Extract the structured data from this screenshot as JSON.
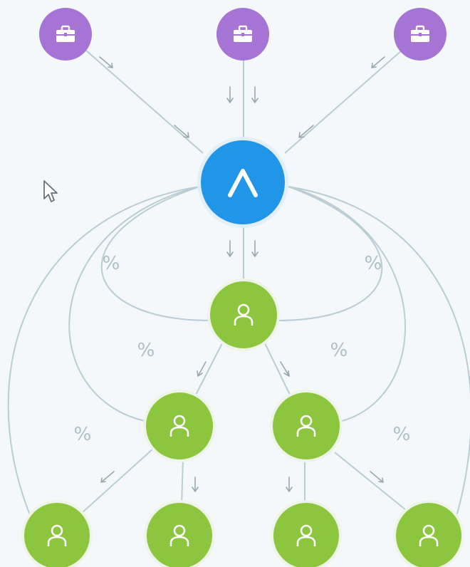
{
  "diagram": {
    "hub": {
      "icon": "caret-up-icon",
      "color": "#2196e8"
    },
    "companies": [
      {
        "id": "company-left",
        "icon": "briefcase-icon"
      },
      {
        "id": "company-center",
        "icon": "briefcase-icon"
      },
      {
        "id": "company-right",
        "icon": "briefcase-icon"
      }
    ],
    "users": [
      {
        "id": "user-top",
        "icon": "person-icon"
      },
      {
        "id": "user-mid-left",
        "icon": "person-icon"
      },
      {
        "id": "user-mid-right",
        "icon": "person-icon"
      },
      {
        "id": "user-bottom-1",
        "icon": "person-icon"
      },
      {
        "id": "user-bottom-2",
        "icon": "person-icon"
      },
      {
        "id": "user-bottom-3",
        "icon": "person-icon"
      },
      {
        "id": "user-bottom-4",
        "icon": "person-icon"
      }
    ],
    "percent_labels": [
      "%",
      "%",
      "%",
      "%",
      "%",
      "%"
    ],
    "colors": {
      "company": "#a674d4",
      "hub": "#2196e8",
      "user": "#8cc63f",
      "edge": "#b9cdd2"
    },
    "cursor_icon": "mouse-pointer-icon"
  }
}
